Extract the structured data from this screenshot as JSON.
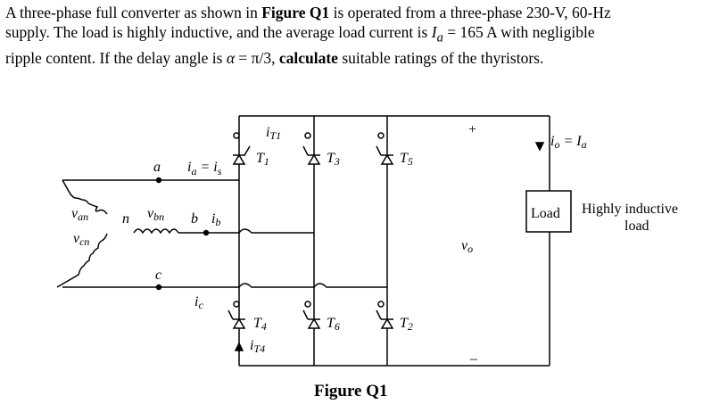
{
  "question": {
    "p1": "A three-phase full converter as shown in ",
    "fig_ref": "Figure Q1",
    "p2": " is operated from a three-phase 230-V, 60-Hz supply. The load is highly inductive, and the average load current is ",
    "ia_sym": "I",
    "ia_sub": "a",
    "p3": " = 165 A with negligible ripple content. If the delay angle is ",
    "alpha": "α",
    "p4": " = π/3, ",
    "calc": "calculate",
    "p5": " suitable ratings of the thyristors."
  },
  "diagram": {
    "labels": {
      "node_a": "a",
      "ia_eq": "i",
      "ia_eq_sub_a": "a",
      "ia_eq_mid": " = i",
      "ia_eq_sub_s": "s",
      "van": "v",
      "van_sub": "an",
      "n": "n",
      "vbn": "v",
      "vbn_sub": "bn",
      "node_b": "b",
      "ib": "i",
      "ib_sub": "b",
      "vcn": "v",
      "vcn_sub": "cn",
      "node_c": "c",
      "ic": "i",
      "ic_sub": "c",
      "iT1": "i",
      "iT1_sub": "T1",
      "T1": "T",
      "T1_sub": "1",
      "T3": "T",
      "T3_sub": "3",
      "T5": "T",
      "T5_sub": "5",
      "T4": "T",
      "T4_sub": "4",
      "T6": "T",
      "T6_sub": "6",
      "T2": "T",
      "T2_sub": "2",
      "iT4": "i",
      "iT4_sub": "T4",
      "plus": "+",
      "minus": "–",
      "vo": "v",
      "vo_sub": "o",
      "io": "i",
      "io_sub": "o",
      "io_mid": " = I",
      "io_sub2": "a",
      "load": "Load",
      "load_desc_1": "Highly inductive",
      "load_desc_2": "load"
    },
    "caption": "Figure Q1"
  }
}
